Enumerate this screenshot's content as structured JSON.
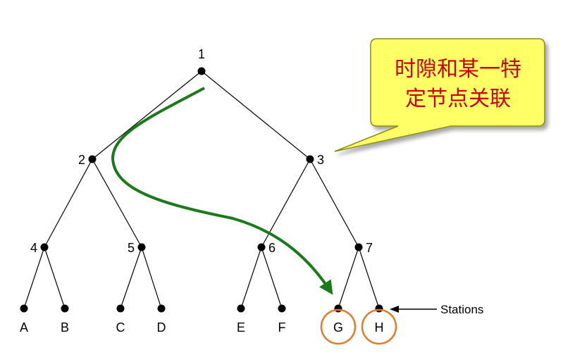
{
  "tree": {
    "nodes": [
      {
        "id": "n1",
        "label": "1",
        "pos": "above"
      },
      {
        "id": "n2",
        "label": "2",
        "pos": "left"
      },
      {
        "id": "n3",
        "label": "3",
        "pos": "right"
      },
      {
        "id": "n4",
        "label": "4",
        "pos": "left"
      },
      {
        "id": "n5",
        "label": "5",
        "pos": "left"
      },
      {
        "id": "n6",
        "label": "6",
        "pos": "right"
      },
      {
        "id": "n7",
        "label": "7",
        "pos": "right"
      },
      {
        "id": "nA",
        "label": "A",
        "pos": "below"
      },
      {
        "id": "nB",
        "label": "B",
        "pos": "below"
      },
      {
        "id": "nC",
        "label": "C",
        "pos": "below"
      },
      {
        "id": "nD",
        "label": "D",
        "pos": "below"
      },
      {
        "id": "nE",
        "label": "E",
        "pos": "below"
      },
      {
        "id": "nF",
        "label": "F",
        "pos": "below"
      },
      {
        "id": "nG",
        "label": "G",
        "pos": "below"
      },
      {
        "id": "nH",
        "label": "H",
        "pos": "below"
      }
    ],
    "edges": [
      [
        "n1",
        "n2"
      ],
      [
        "n1",
        "n3"
      ],
      [
        "n2",
        "n4"
      ],
      [
        "n2",
        "n5"
      ],
      [
        "n3",
        "n6"
      ],
      [
        "n3",
        "n7"
      ],
      [
        "n4",
        "nA"
      ],
      [
        "n4",
        "nB"
      ],
      [
        "n5",
        "nC"
      ],
      [
        "n5",
        "nD"
      ],
      [
        "n6",
        "nE"
      ],
      [
        "n6",
        "nF"
      ],
      [
        "n7",
        "nG"
      ],
      [
        "n7",
        "nH"
      ]
    ],
    "highlighted": [
      "nG",
      "nH"
    ]
  },
  "stations_label": "Stations",
  "callout": {
    "lines": [
      "时隙和某一特",
      "定节点关联"
    ]
  },
  "colors": {
    "tree_line": "#000000",
    "path_arrow": "#1a7a1a",
    "highlight_ring": "#e07b2b",
    "callout_fill": "#ffff66",
    "callout_stroke": "#8a8a1a",
    "callout_text": "#cc0000"
  }
}
